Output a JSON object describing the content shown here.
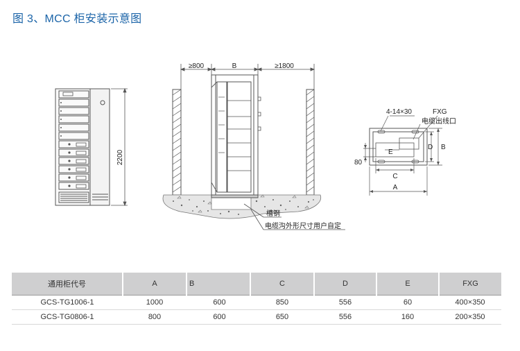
{
  "figure": {
    "title": "图 3、MCC 柜安装示意图"
  },
  "front_view": {
    "height_dim": "2200"
  },
  "side_view": {
    "left_clearance": "≥800",
    "width_label": "B",
    "right_clearance": "≥1800",
    "channel_label": "槽钢",
    "trench_note": "电缆沟外形尺寸用户自定"
  },
  "base_plan": {
    "hole_label": "4-14×30",
    "fxg_label": "FXG",
    "outlet_label": "电缆出线口",
    "dim_80": "80",
    "dim_A": "A",
    "dim_B": "B",
    "dim_C": "C",
    "dim_D": "D",
    "dim_E": "E"
  },
  "table": {
    "headers": [
      "通用柜代号",
      "A",
      "B",
      "C",
      "D",
      "E",
      "FXG"
    ],
    "rows": [
      [
        "GCS-TG1006-1",
        "1000",
        "600",
        "850",
        "556",
        "60",
        "400×350"
      ],
      [
        "GCS-TG0806-1",
        "800",
        "600",
        "650",
        "556",
        "160",
        "200×350"
      ]
    ]
  }
}
